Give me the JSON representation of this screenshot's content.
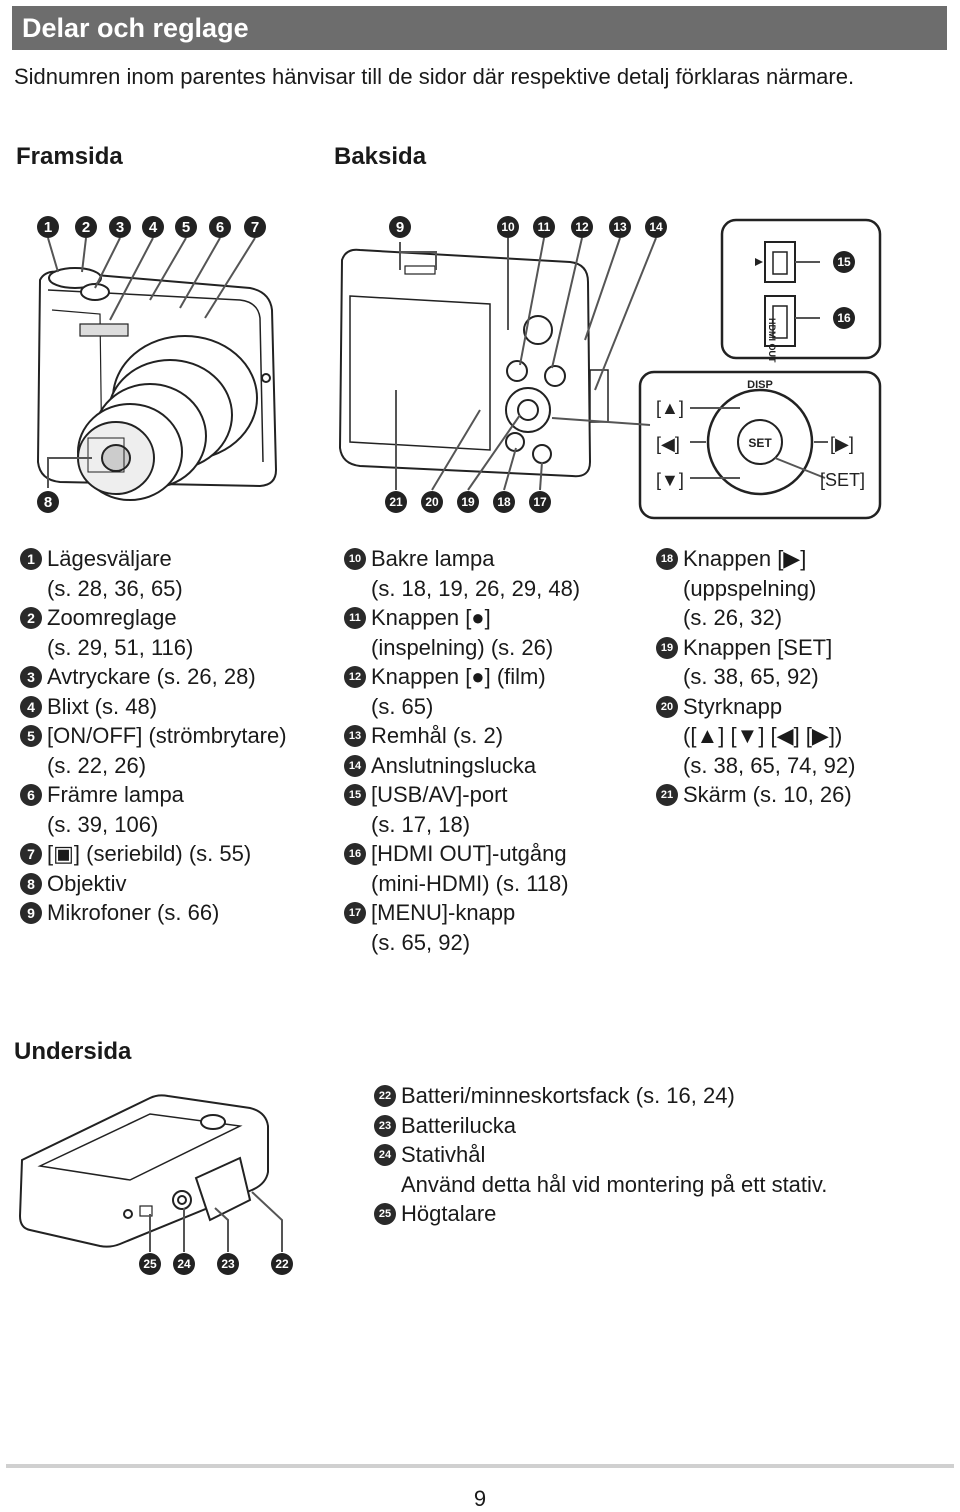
{
  "header": {
    "title": "Delar och reglage"
  },
  "intro": "Sidnumren inom parentes hänvisar till de sidor där respektive detalj förklaras närmare.",
  "sections": {
    "front": "Framsida",
    "back": "Baksida",
    "bottom": "Undersida"
  },
  "dpad_labels": {
    "up": "[▲]",
    "left": "[◀]",
    "right": "[▶]",
    "down": "[▼]",
    "set": "[SET]",
    "disp": "DISP",
    "set_button": "SET",
    "port_label": "HDMI OUT"
  },
  "legend_col1": [
    {
      "num": "1",
      "text": "Lägesväljare\n(s. 28, 36, 65)"
    },
    {
      "num": "2",
      "text": "Zoomreglage\n(s. 29, 51, 116)"
    },
    {
      "num": "3",
      "text": "Avtryckare (s. 26, 28)"
    },
    {
      "num": "4",
      "text": "Blixt (s. 48)"
    },
    {
      "num": "5",
      "text": "[ON/OFF] (strömbrytare)\n(s. 22, 26)"
    },
    {
      "num": "6",
      "text": "Främre lampa\n(s. 39, 106)"
    },
    {
      "num": "7",
      "text": "[▣] (seriebild) (s. 55)"
    },
    {
      "num": "8",
      "text": "Objektiv"
    },
    {
      "num": "9",
      "text": "Mikrofoner (s. 66)"
    }
  ],
  "legend_col2": [
    {
      "num": "10",
      "text": "Bakre lampa\n(s. 18, 19, 26, 29, 48)"
    },
    {
      "num": "11",
      "text": "Knappen [●]\n(inspelning) (s. 26)"
    },
    {
      "num": "12",
      "text": "Knappen [●] (film)\n(s. 65)"
    },
    {
      "num": "13",
      "text": "Remhål (s. 2)"
    },
    {
      "num": "14",
      "text": "Anslutningslucka"
    },
    {
      "num": "15",
      "text": "[USB/AV]-port\n(s. 17, 18)"
    },
    {
      "num": "16",
      "text": "[HDMI OUT]-utgång\n(mini-HDMI) (s. 118)"
    },
    {
      "num": "17",
      "text": "[MENU]-knapp\n(s. 65, 92)"
    }
  ],
  "legend_col3": [
    {
      "num": "18",
      "text": "Knappen [▶]\n(uppspelning)\n(s. 26, 32)"
    },
    {
      "num": "19",
      "text": "Knappen [SET]\n(s. 38, 65, 92)"
    },
    {
      "num": "20",
      "text": "Styrknapp\n([▲] [▼] [◀] [▶])\n(s. 38, 65, 74, 92)"
    },
    {
      "num": "21",
      "text": "Skärm (s. 10, 26)"
    }
  ],
  "legend_bottom": [
    {
      "num": "22",
      "text": "Batteri/minneskortsfack (s. 16, 24)"
    },
    {
      "num": "23",
      "text": "Batterilucka"
    },
    {
      "num": "24",
      "text": "Stativhål\nAnvänd detta hål vid montering på ett stativ."
    },
    {
      "num": "25",
      "text": "Högtalare"
    }
  ],
  "callouts": {
    "front_top": [
      "1",
      "2",
      "3",
      "4",
      "5",
      "6",
      "7"
    ],
    "front_bottom": "8",
    "back_top": [
      "9",
      "10",
      "11",
      "12",
      "13",
      "14"
    ],
    "back_bottom": [
      "21",
      "20",
      "19",
      "18",
      "17"
    ],
    "ports": [
      "15",
      "16"
    ],
    "under": [
      "25",
      "24",
      "23",
      "22"
    ]
  },
  "page_number": "9"
}
